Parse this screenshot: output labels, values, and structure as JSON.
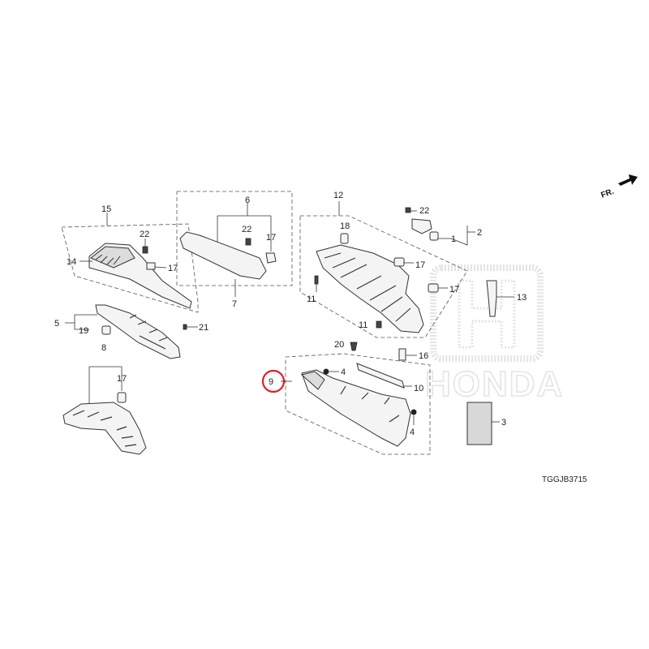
{
  "diagram": {
    "code": "TGGJB3715",
    "front_label": "FR.",
    "watermark_brand": "HONDA"
  },
  "callouts": {
    "c1": "1",
    "c2": "2",
    "c3": "3",
    "c4a": "4",
    "c4b": "4",
    "c5": "5",
    "c6": "6",
    "c7": "7",
    "c8": "8",
    "c9": "9",
    "c10": "10",
    "c11a": "11",
    "c11b": "11",
    "c12": "12",
    "c13": "13",
    "c14": "14",
    "c15": "15",
    "c16": "16",
    "c17a": "17",
    "c17b": "17",
    "c17c": "17",
    "c17d": "17",
    "c17e": "17",
    "c18": "18",
    "c19": "19",
    "c20": "20",
    "c21": "21",
    "c22a": "22",
    "c22b": "22",
    "c22c": "22"
  },
  "highlight": {
    "part": "9",
    "color": "#e0202a"
  }
}
